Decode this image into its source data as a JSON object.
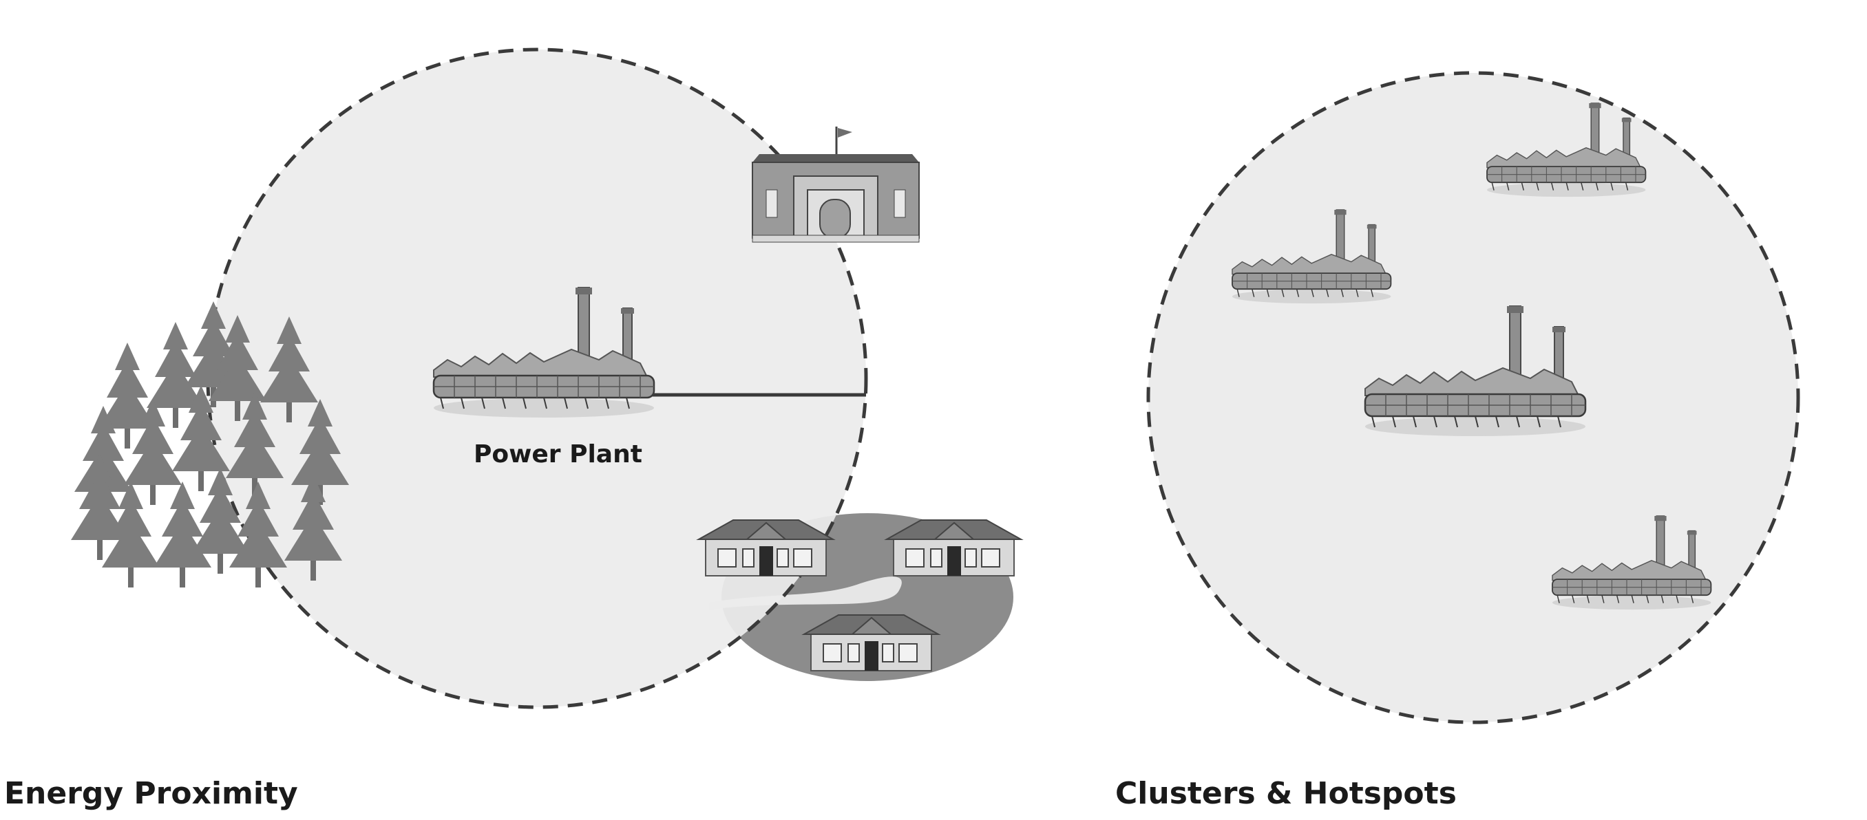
{
  "panels": {
    "left": {
      "caption": "Energy Proximity",
      "plant_label": "Power Plant"
    },
    "right": {
      "caption": "Clusters & Hotspots"
    }
  },
  "icons": {
    "plant": "power-plant-icon",
    "forest": "forest-icon",
    "government_building": "government-building-icon",
    "houses": "house-icon"
  },
  "colors": {
    "circle_fill": "#ececec",
    "circle_stroke": "#3a3a3a",
    "tree": "#7d7d7d",
    "neighborhood": "#8c8c8c",
    "road": "#e6e6e6"
  }
}
